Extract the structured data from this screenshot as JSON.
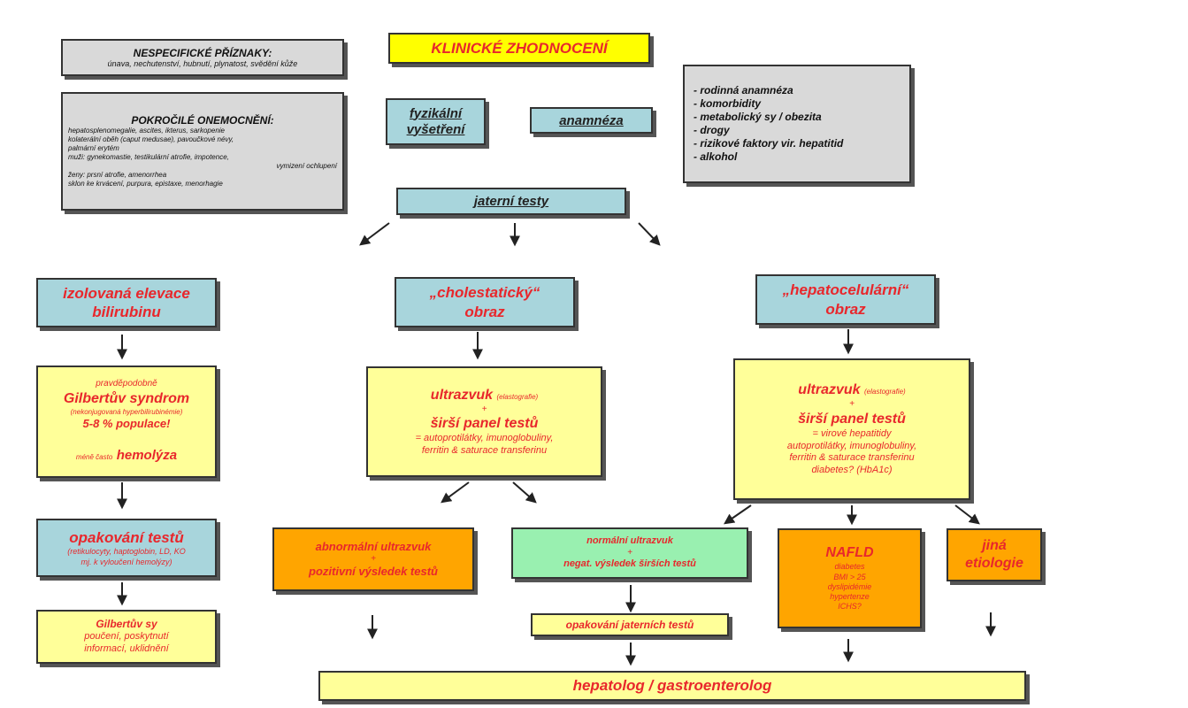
{
  "title": "KLINICKÉ ZHODNOCENÍ",
  "nonspecific": {
    "heading": "NESPECIFICKÉ PŘÍZNAKY:",
    "text": "únava, nechutenství, hubnutí, plynatost, svědění kůže"
  },
  "advanced": {
    "heading": "POKROČILÉ ONEMOCNĚNÍ:",
    "lines": [
      "hepatosplenomegalie, ascites, ikterus, sarkopenie",
      "kolaterální oběh (caput medusae), pavoučkové névy,",
      "palmární erytém",
      "muži: gynekomastie, testikulární atrofie, impotence,",
      "vymizení ochlupení",
      "ženy: prsní atrofie, amenorrhea",
      "sklon ke krvácení, purpura, epistaxe, menorhagie"
    ]
  },
  "physical_exam": "fyzikální vyšetření",
  "history": "anamnéza",
  "risk_factors": [
    "- rodinná anamnéza",
    "- komorbidity",
    "- metabolický sy / obezita",
    "- drogy",
    "- rizikové faktory vir. hepatitid",
    "- alkohol"
  ],
  "liver_tests": "jaterní testy",
  "branch_bilirubin": {
    "title": [
      "izolovaná elevace",
      "bilirubinu"
    ],
    "box2_line1": "pravděpodobně",
    "box2_line2": "Gilbertův syndrom",
    "box2_line3": "(nekonjugovaná hyperbilirubinémie)",
    "box2_line4": "5-8 % populace!",
    "box2_line5_small": "méně často",
    "box2_line5_big": "hemolýza",
    "box3_title": "opakování testů",
    "box3_sub1": "(retikulocyty, haptoglobin, LD, KO",
    "box3_sub2": "mj. k vyloučení hemolýzy)",
    "box4_lines": [
      "Gilbertův sy",
      "poučení, poskytnutí",
      "informací, uklidnění"
    ]
  },
  "branch_cholestatic": {
    "title": [
      "„cholestatický“",
      "obraz"
    ],
    "us_title": "ultrazvuk",
    "us_small": "(elastografie)",
    "plus": "+",
    "panel": "širší panel testů",
    "panel_lines": [
      "= autoprotilátky, imunoglobuliny,",
      "ferritin & saturace transferinu"
    ],
    "abnormal": [
      "abnormální ultrazvuk",
      "+",
      "pozitivní výsledek testů"
    ],
    "normal": [
      "normální ultrazvuk",
      "+",
      "negat. výsledek širších testů"
    ],
    "repeat": "opakování jaterních testů"
  },
  "branch_hepatocellular": {
    "title": [
      "„hepatocelulární“",
      "obraz"
    ],
    "us_title": "ultrazvuk",
    "us_small": "(elastografie)",
    "plus": "+",
    "panel": "širší panel testů",
    "panel_lines": [
      "= virové hepatitidy",
      "autoprotilátky, imunoglobuliny,",
      "ferritin & saturace transferinu",
      "diabetes? (HbA1c)"
    ],
    "nafld_title": "NAFLD",
    "nafld_lines": [
      "diabetes",
      "BMI > 25",
      "dyslipidémie",
      "hypertenze",
      "ICHS?"
    ],
    "other": [
      "jiná",
      "etiologie"
    ]
  },
  "final": "hepatolog / gastroenterolog",
  "colors": {
    "red_text": "#e8272c",
    "teal_box": "#a8d5dc",
    "yellow_box": "#ffff99",
    "orange_box": "#ffa500",
    "green_box": "#99f0b0",
    "grey_box": "#d9d9d9"
  }
}
